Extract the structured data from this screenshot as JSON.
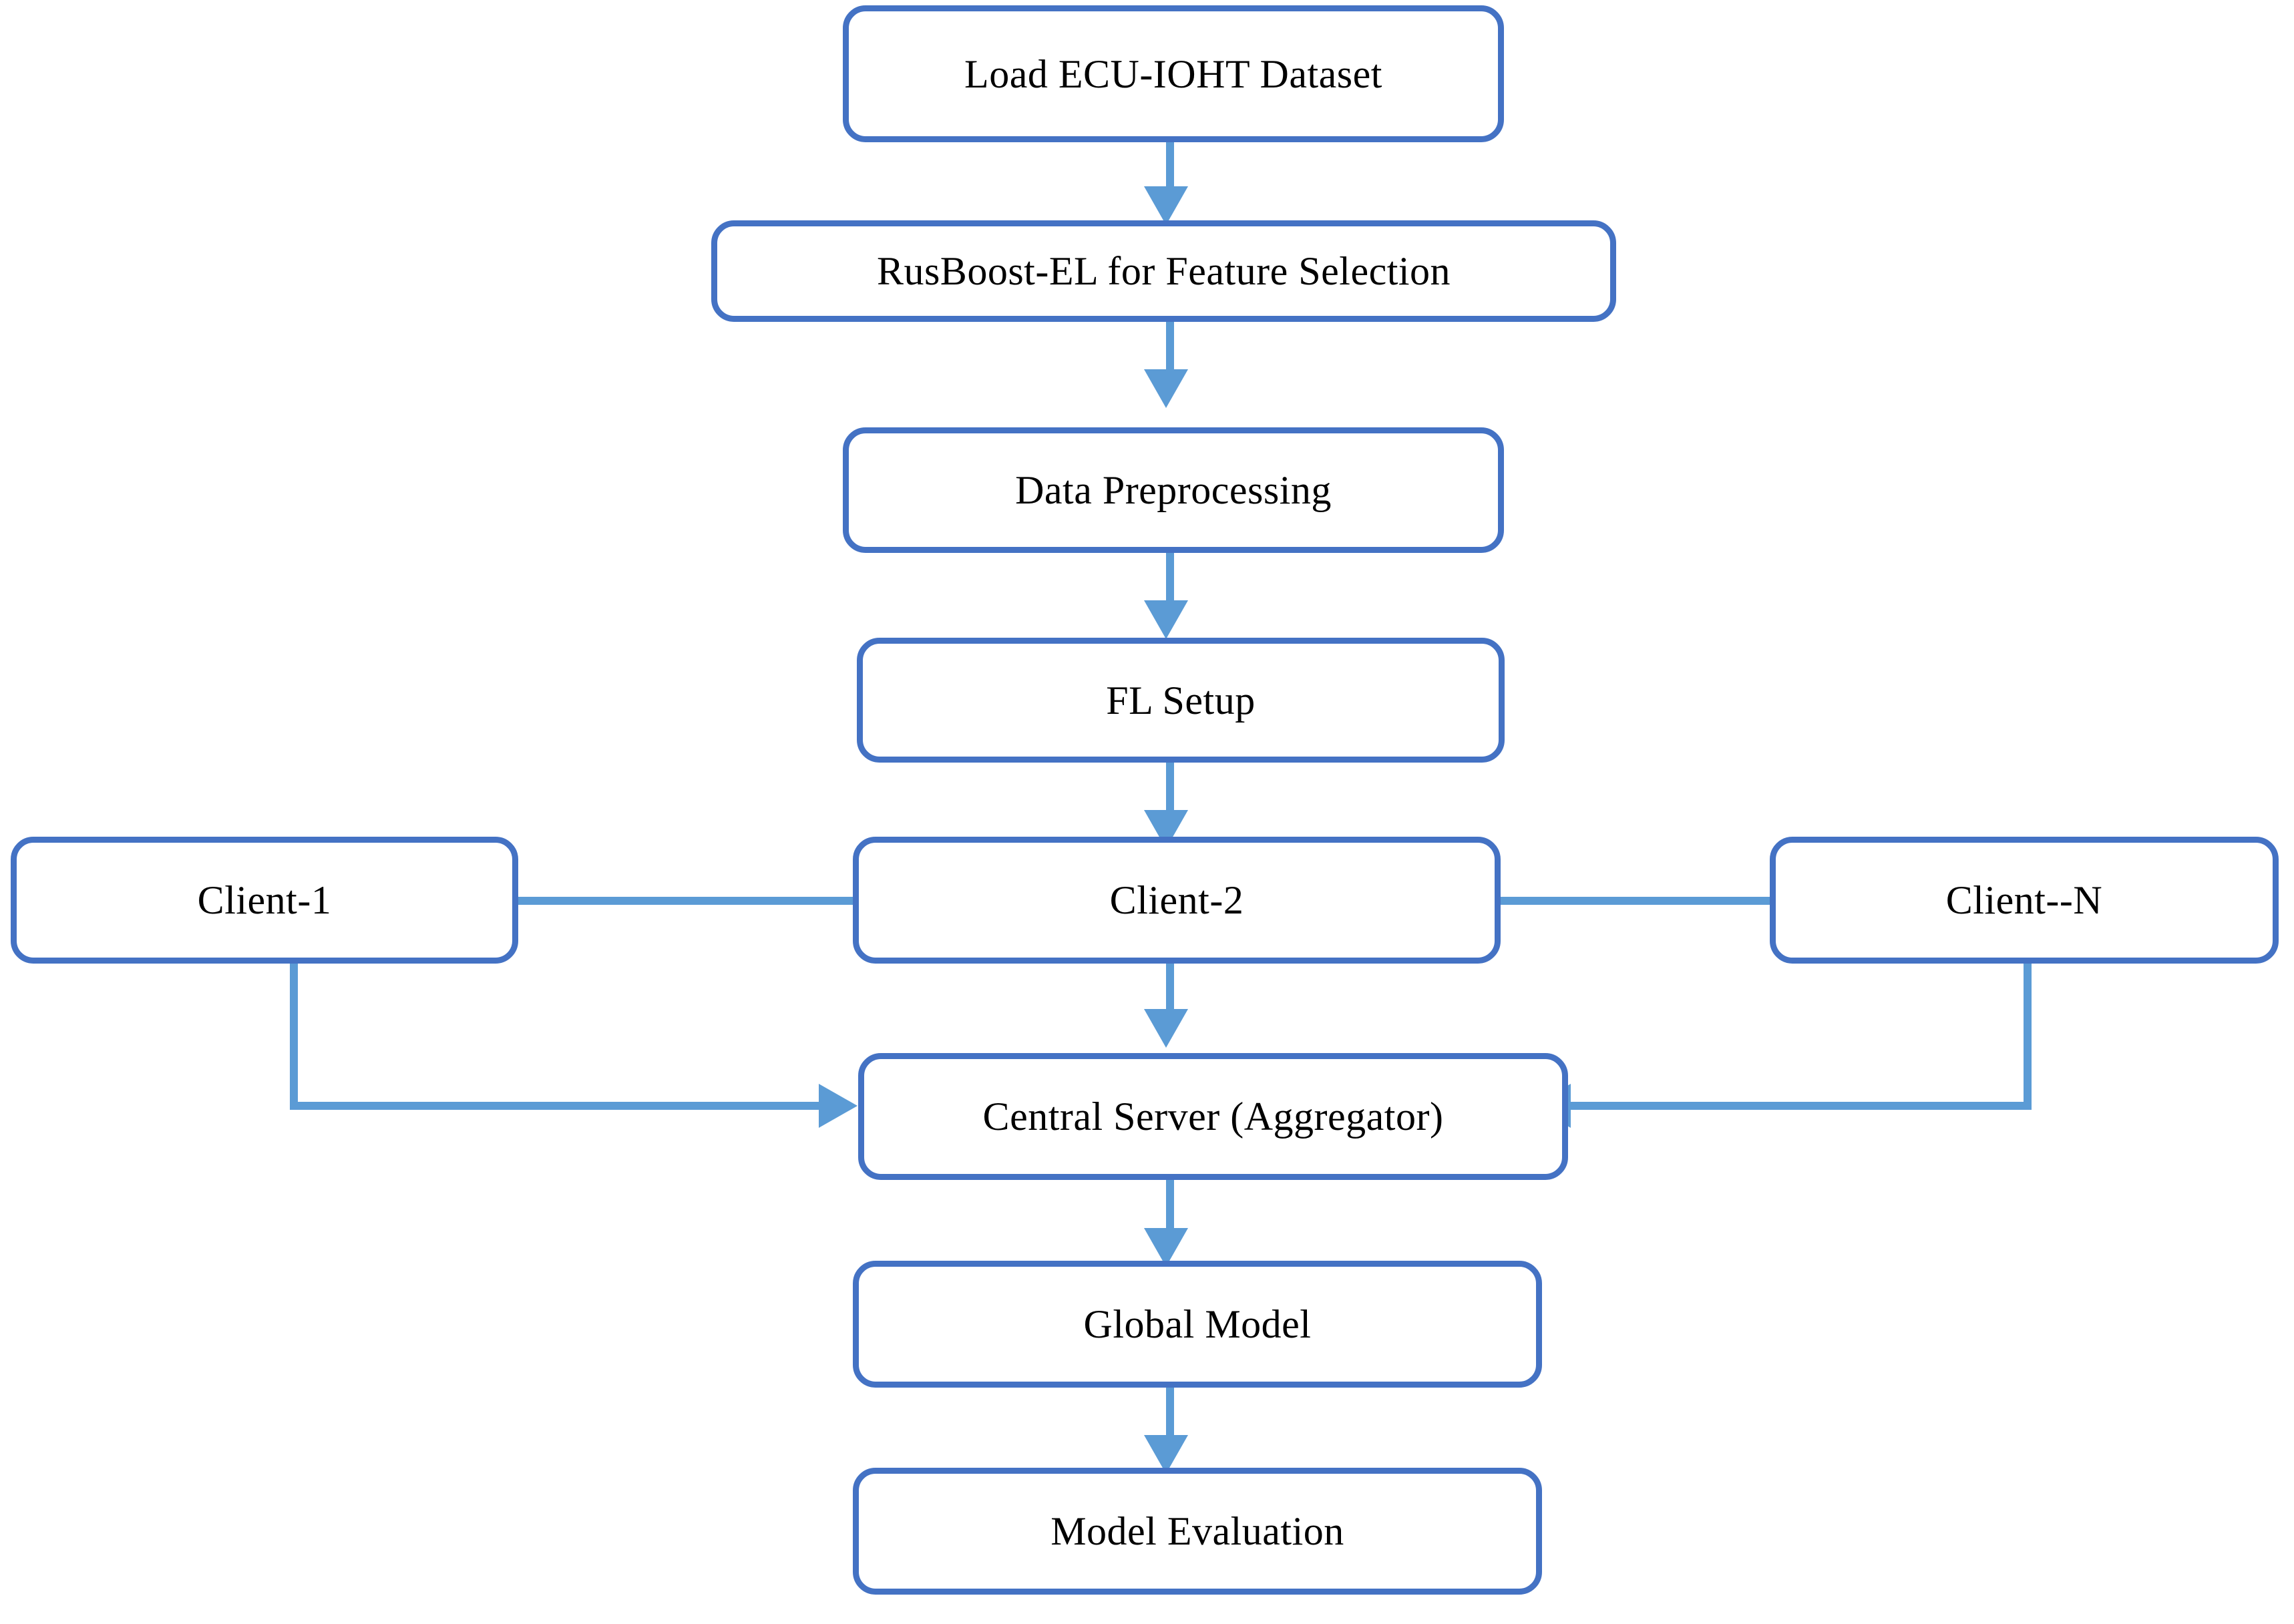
{
  "diagram": {
    "type": "flowchart",
    "title": "",
    "colors": {
      "node_border": "#4472C4",
      "node_fill": "#FFFFFF",
      "connector": "#5B9BD5",
      "text": "#000000",
      "background": "#FFFFFF"
    },
    "nodes": [
      {
        "id": "load-dataset",
        "label": "Load ECU-IOHT Dataset"
      },
      {
        "id": "feature-selection",
        "label": "RusBoost-EL for Feature Selection"
      },
      {
        "id": "data-preprocessing",
        "label": "Data Preprocessing"
      },
      {
        "id": "fl-setup",
        "label": "FL Setup"
      },
      {
        "id": "client-1",
        "label": "Client-1"
      },
      {
        "id": "client-2",
        "label": "Client-2"
      },
      {
        "id": "client-n",
        "label": "Client--N"
      },
      {
        "id": "central-server",
        "label": "Central Server (Aggregator)"
      },
      {
        "id": "global-model",
        "label": "Global Model"
      },
      {
        "id": "model-evaluation",
        "label": "Model Evaluation"
      }
    ],
    "edges": [
      {
        "from": "load-dataset",
        "to": "feature-selection",
        "style": "arrow-down"
      },
      {
        "from": "feature-selection",
        "to": "data-preprocessing",
        "style": "arrow-down"
      },
      {
        "from": "data-preprocessing",
        "to": "fl-setup",
        "style": "arrow-down"
      },
      {
        "from": "fl-setup",
        "to": "client-2",
        "style": "arrow-down"
      },
      {
        "from": "client-1",
        "to": "client-2",
        "style": "line"
      },
      {
        "from": "client-2",
        "to": "client-n",
        "style": "line"
      },
      {
        "from": "client-2",
        "to": "central-server",
        "style": "arrow-down"
      },
      {
        "from": "client-1",
        "to": "central-server",
        "style": "elbow-arrow-right"
      },
      {
        "from": "client-n",
        "to": "central-server",
        "style": "elbow-arrow-left"
      },
      {
        "from": "central-server",
        "to": "global-model",
        "style": "arrow-down"
      },
      {
        "from": "global-model",
        "to": "model-evaluation",
        "style": "arrow-down"
      }
    ]
  }
}
